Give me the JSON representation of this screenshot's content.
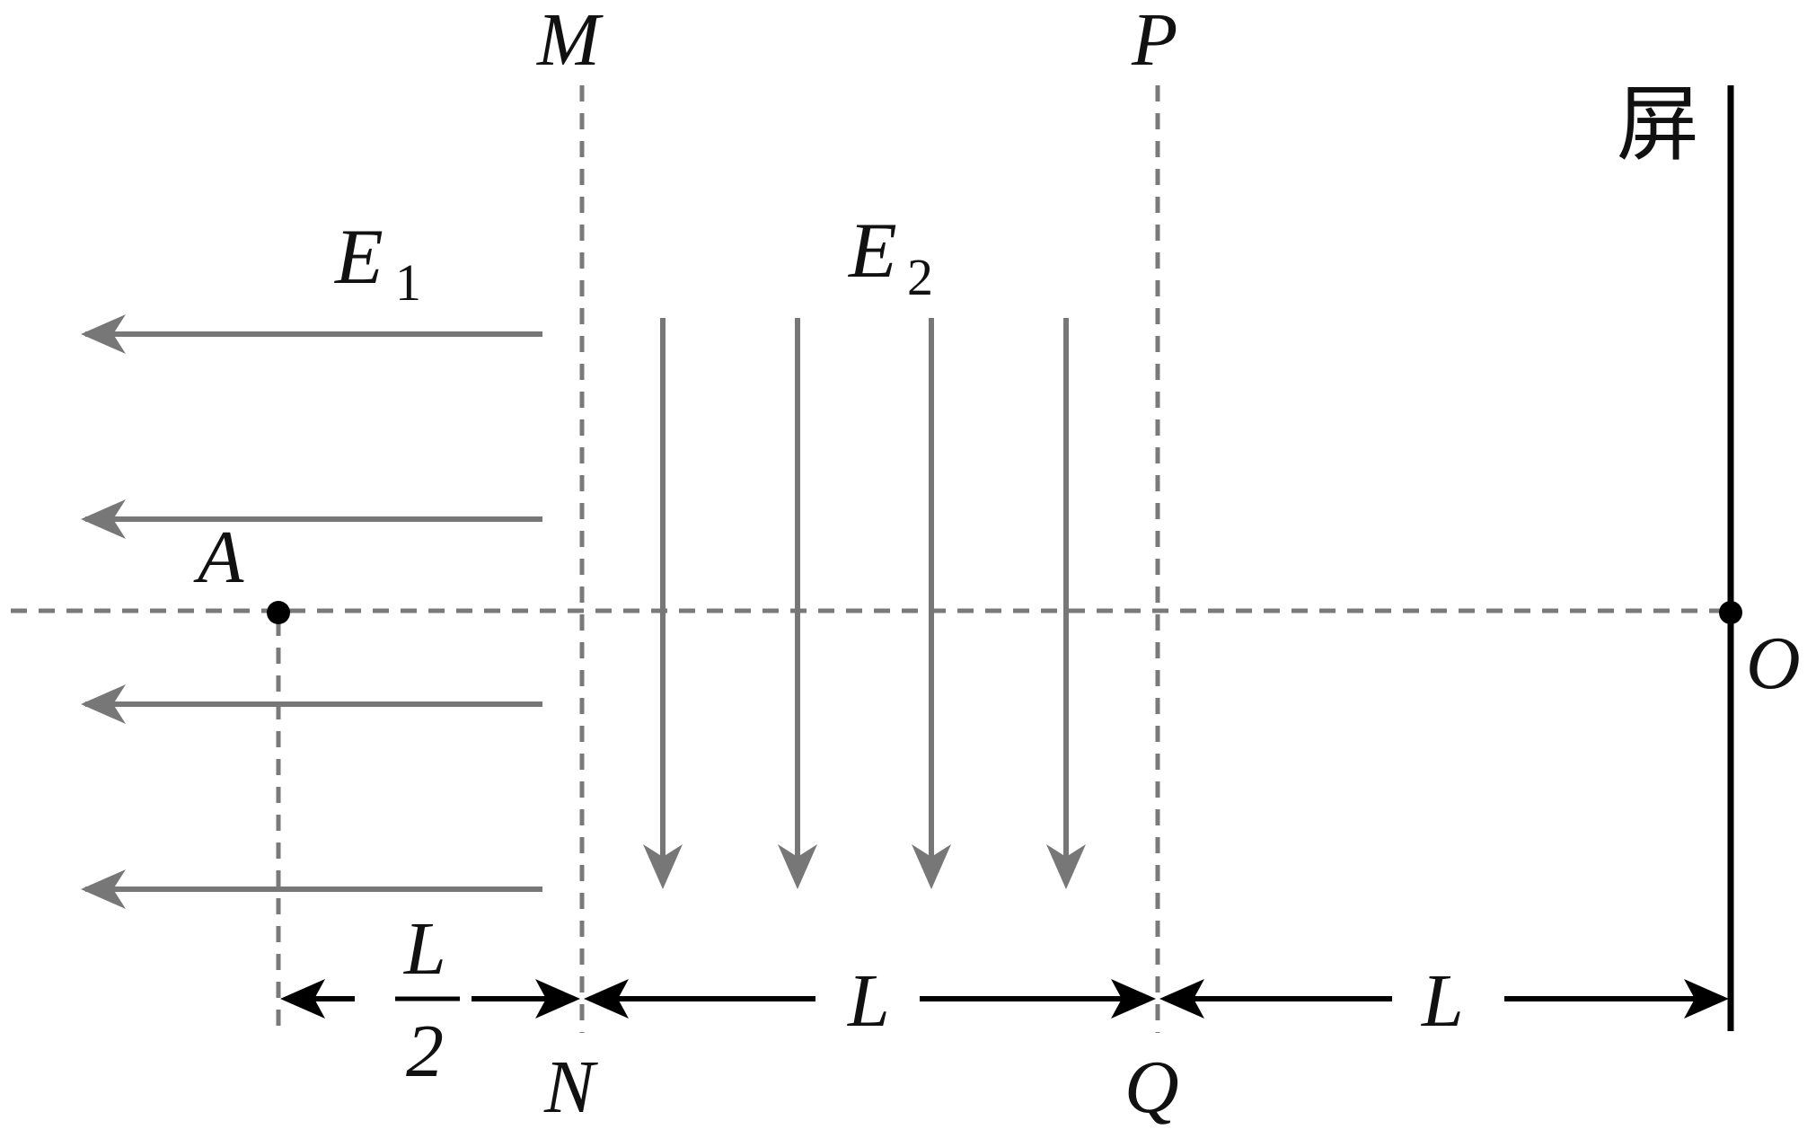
{
  "labels": {
    "M": "M",
    "N": "N",
    "P": "P",
    "Q": "Q",
    "A": "A",
    "O": "O",
    "screen": "屏",
    "E1": "E",
    "E1_sub": "1",
    "E2": "E",
    "E2_sub": "2",
    "dim_half_num": "L",
    "dim_half_den": "2",
    "dim_mid": "L",
    "dim_right": "L"
  },
  "colors": {
    "field_lines": "#777777",
    "dashed_lines": "#7a7a7a",
    "solid": "#000000"
  }
}
